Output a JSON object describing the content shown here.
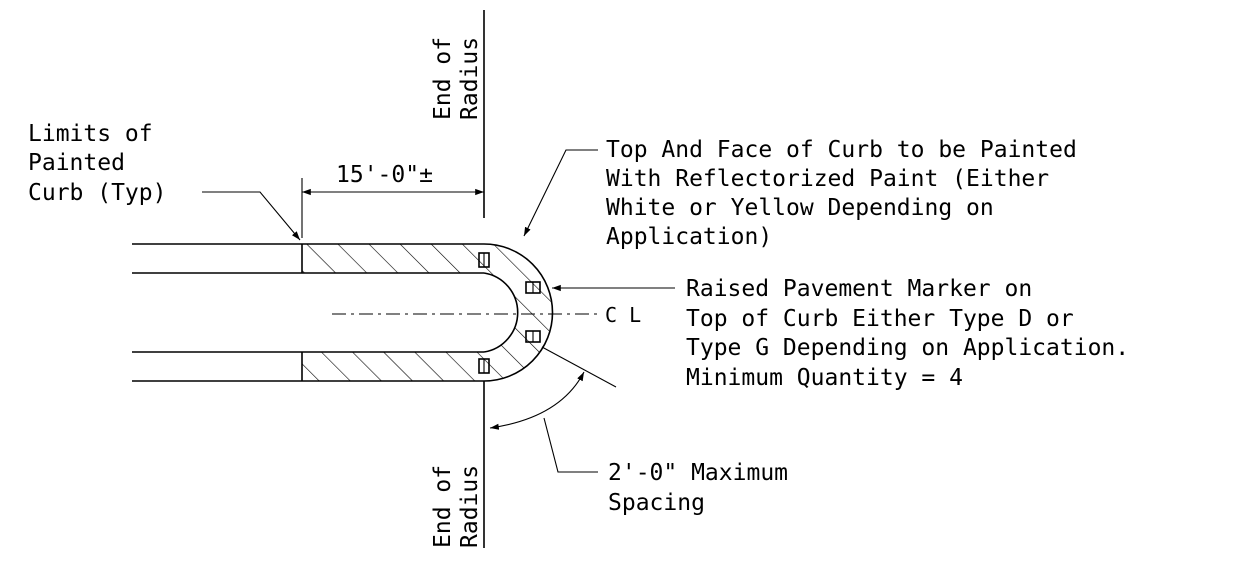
{
  "labels": {
    "limits_line1": "Limits of",
    "limits_line2": "Painted",
    "limits_line3": "Curb (Typ)",
    "dimension": "15'-0\"±",
    "end_radius_top_1": "End of",
    "end_radius_top_2": "Radius",
    "end_radius_bottom_1": "End of",
    "end_radius_bottom_2": "Radius",
    "paint_line1": "Top And Face of Curb to be Painted",
    "paint_line2": "With Reflectorized Paint (Either",
    "paint_line3": "White or Yellow Depending on",
    "paint_line4": "Application)",
    "marker_line1": "Raised Pavement Marker on",
    "marker_line2": "Top of Curb Either Type D or",
    "marker_line3": "Type G Depending on Application.",
    "marker_line4": "Minimum Quantity = 4",
    "spacing_line1": "2'-0\" Maximum",
    "spacing_line2": "Spacing",
    "centerline_symbol": "C L"
  },
  "colors": {
    "ink": "#000000",
    "background": "#ffffff"
  }
}
